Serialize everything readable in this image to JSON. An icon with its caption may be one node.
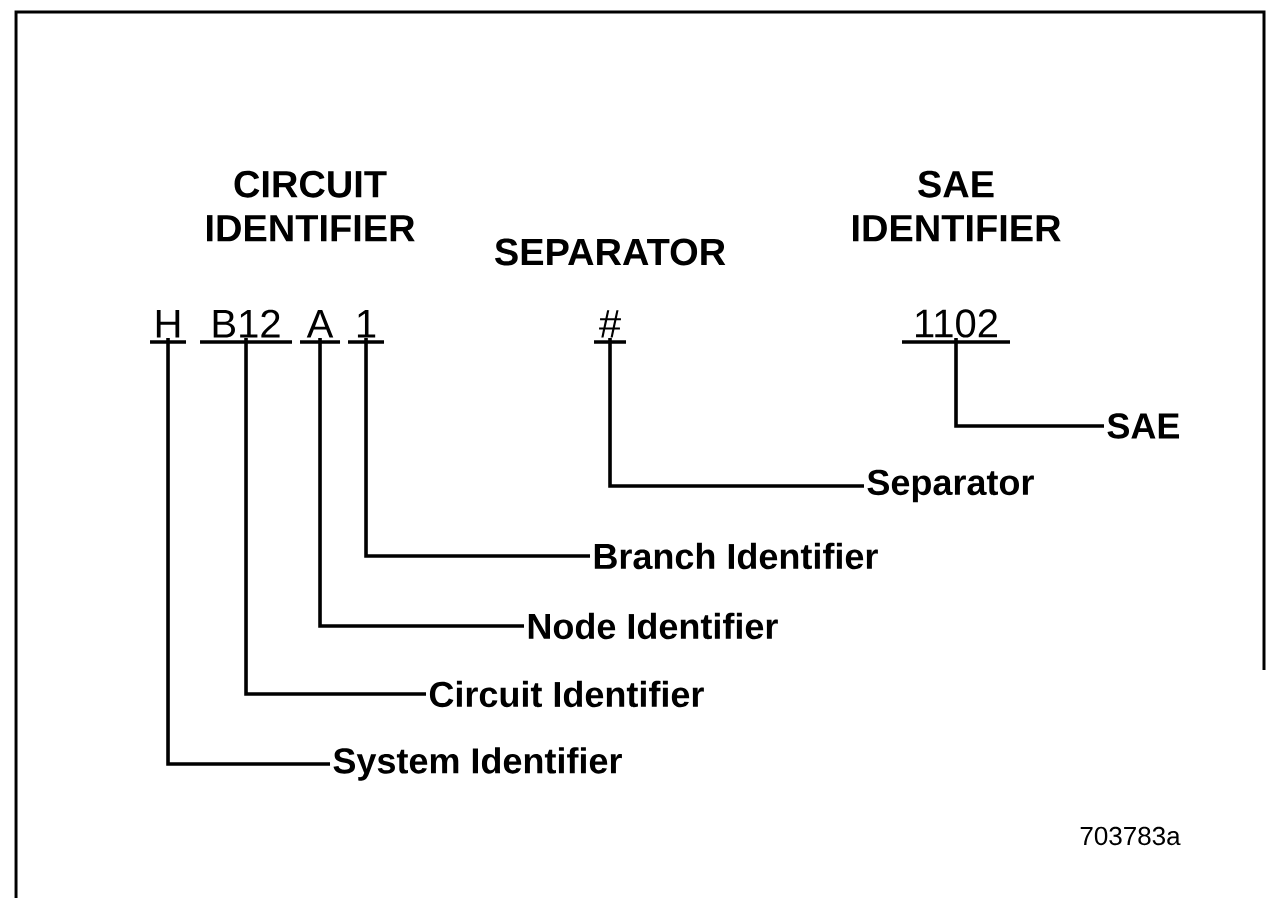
{
  "diagram": {
    "nodes": [
      {
        "text": [
          "H"
        ]
      },
      {
        "text": [
          "B12"
        ]
      },
      {
        "text": [
          "A"
        ]
      },
      {
        "text": [
          "1"
        ]
      },
      {
        "text": [
          "#"
        ]
      },
      {
        "text": [
          "1102"
        ]
      },
      {
        "text": [
          "SAE"
        ]
      },
      {
        "text": [
          "Separator"
        ]
      },
      {
        "text": [
          "Branch Identifier"
        ]
      },
      {
        "text": [
          "Node Identifier"
        ]
      },
      {
        "text": [
          "Circuit Identifier"
        ]
      },
      {
        "text": [
          "System Identifier"
        ]
      }
    ],
    "edges": [
      {
        "from": 5,
        "to": 6,
        "arrow": "none"
      },
      {
        "from": 4,
        "to": 7,
        "arrow": "none"
      },
      {
        "from": 3,
        "to": 8,
        "arrow": "none"
      },
      {
        "from": 2,
        "to": 9,
        "arrow": "none"
      },
      {
        "from": 1,
        "to": 10,
        "arrow": "none"
      },
      {
        "from": 0,
        "to": 11,
        "arrow": "none"
      }
    ],
    "labels": [
      "CIRCUIT IDENTIFIER",
      "SEPARATOR",
      "SAE IDENTIFIER",
      "703783a"
    ]
  }
}
